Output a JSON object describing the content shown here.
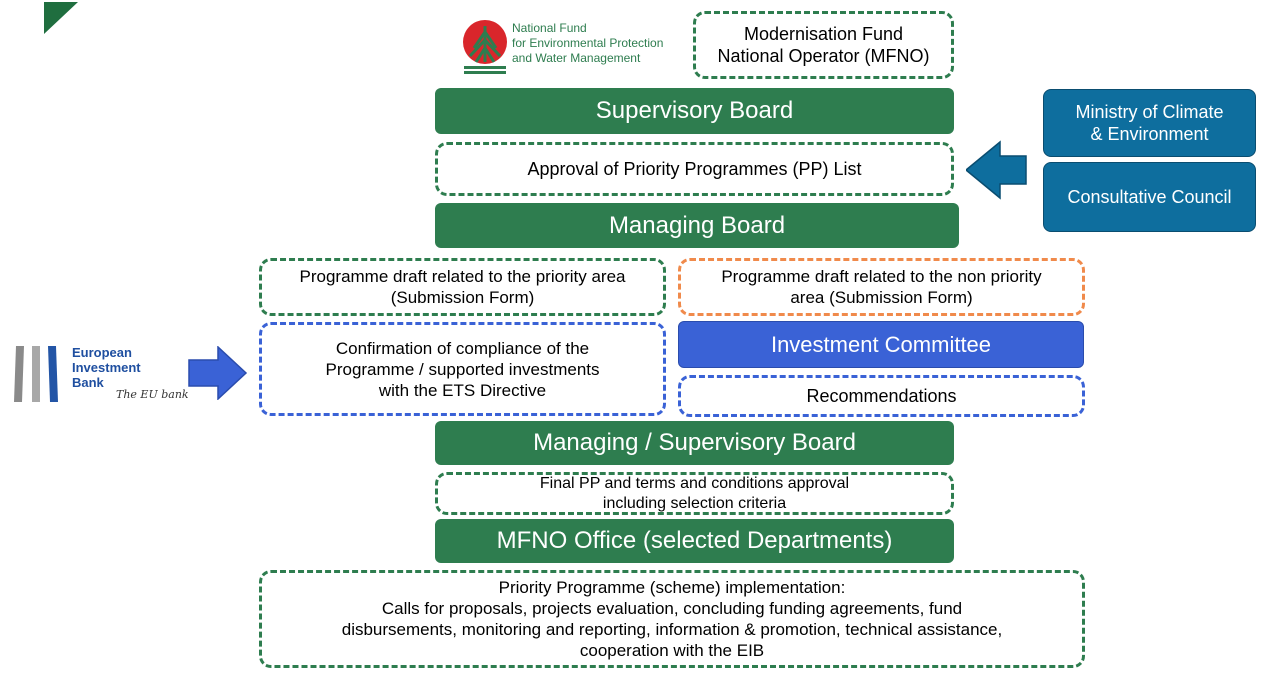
{
  "logos": {
    "fund_name_line1": "National Fund",
    "fund_name_line2": "for Environmental Protection",
    "fund_name_line3": "and Water Management",
    "eib_line1": "European",
    "eib_line2": "Investment",
    "eib_line3": "Bank",
    "eib_tagline": "The EU bank"
  },
  "nodes": {
    "mfno_line1": "Modernisation Fund",
    "mfno_line2": "National Operator (MFNO)",
    "supervisory_board": "Supervisory Board",
    "approval_pp_list": "Approval of Priority Programmes (PP) List",
    "ministry_line1": "Ministry of Climate",
    "ministry_line2": "& Environment",
    "consultative_council": "Consultative Council",
    "managing_board": "Managing Board",
    "priority_draft_line1": "Programme draft related to the priority area",
    "priority_draft_line2": "(Submission Form)",
    "nonpriority_draft_line1": "Programme draft related to the non priority",
    "nonpriority_draft_line2": "area (Submission Form)",
    "compliance_line1": "Confirmation of compliance of the",
    "compliance_line2": "Programme / supported investments",
    "compliance_line3": "with the ETS Directive",
    "investment_committee": "Investment Committee",
    "recommendations": "Recommendations",
    "managing_supervisory_board": "Managing / Supervisory Board",
    "final_pp_line1": "Final PP and terms and conditions approval",
    "final_pp_line2": "including selection criteria",
    "mfno_office": "MFNO Office (selected Departments)",
    "implementation_line1": "Priority Programme (scheme) implementation:",
    "implementation_line2": "Calls for proposals, projects evaluation, concluding funding agreements, fund",
    "implementation_line3": "disbursements, monitoring and reporting, information & promotion, technical assistance,",
    "implementation_line4": "cooperation with the EIB"
  },
  "colors": {
    "green": "#2e7d4f",
    "blue": "#3a62d6",
    "teal": "#0e6e9e",
    "orange": "#f08a4b"
  }
}
